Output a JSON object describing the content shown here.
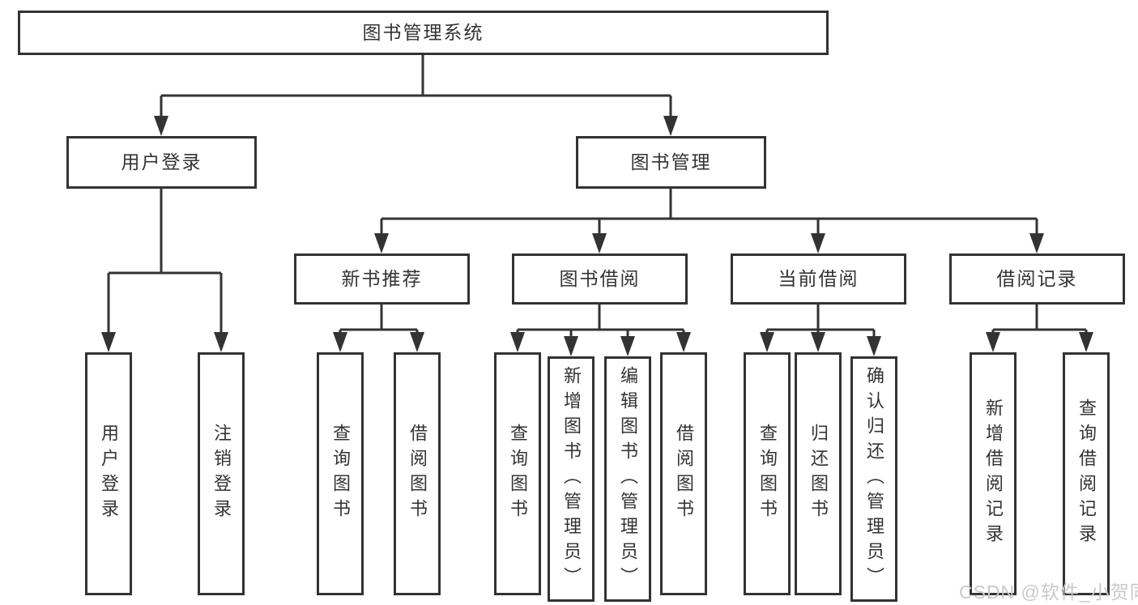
{
  "diagram": {
    "root": {
      "label": "图书管理系统"
    },
    "level2": [
      {
        "label": "用户登录"
      },
      {
        "label": "图书管理"
      }
    ],
    "level3": [
      {
        "label": "新书推荐"
      },
      {
        "label": "图书借阅"
      },
      {
        "label": "当前借阅"
      },
      {
        "label": "借阅记录"
      }
    ],
    "leaves": {
      "user": [
        "用户登录",
        "注销登录"
      ],
      "newbook": [
        "查询图书",
        "借阅图书"
      ],
      "borrow": [
        "查询图书",
        "新增图书（管理员）",
        "编辑图书（管理员）",
        "借阅图书"
      ],
      "current": [
        "查询图书",
        "归还图书",
        "确认归还（管理员）"
      ],
      "record": [
        "新增借阅记录",
        "查询借阅记录"
      ]
    }
  },
  "watermark": {
    "text": "CSDN @软件_小贺同学"
  },
  "colors": {
    "line": "#333333",
    "box_border": "#333333",
    "text": "#333333",
    "watermark": "#c9c9c9",
    "background": "#ffffff"
  }
}
